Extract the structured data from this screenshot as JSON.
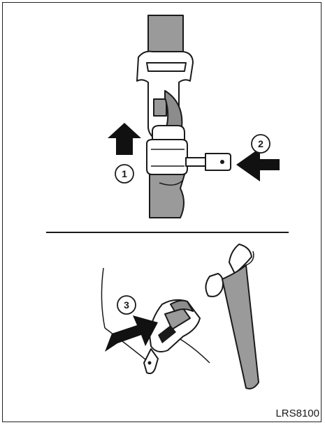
{
  "figure": {
    "code": "LRS8100",
    "steps": [
      "1",
      "2",
      "3"
    ]
  },
  "colors": {
    "belt": "#9a9a9a",
    "ink": "#1a1a1a",
    "arrow": "#111111",
    "metal": "#c8c8c8",
    "background": "#ffffff"
  },
  "icons": [
    "up-arrow-icon",
    "left-arrow-icon",
    "right-arrow-icon"
  ]
}
